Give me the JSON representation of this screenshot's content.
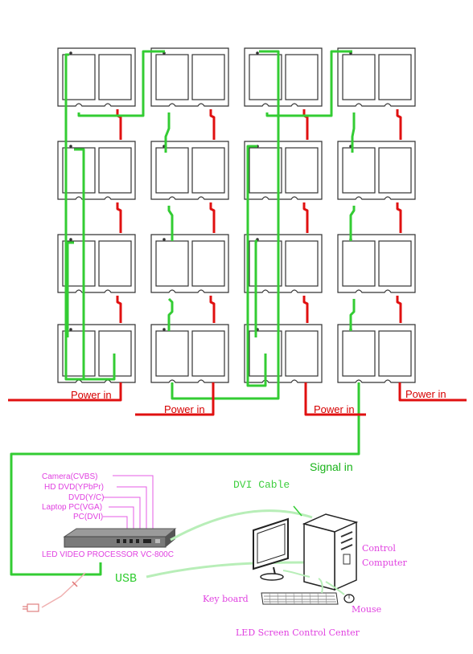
{
  "labels": {
    "power_in": "Power in",
    "signal_in": "Signal in",
    "dvi_cable": "DVI Cable",
    "usb": "USB",
    "control_computer_line1": "Control",
    "control_computer_line2": "Computer",
    "keyboard": "Key board",
    "mouse": "Mouse",
    "control_center": "LED Screen Control Center",
    "processor": "LED VIDEO PROCESSOR  VC-800C"
  },
  "sources": [
    "Camera(CVBS)",
    "HD DVD(YPbPr)",
    "DVD(Y/C)",
    "Laptop PC(VGA)",
    "PC(DVI)"
  ],
  "colors": {
    "signal_cable": "#33cc33",
    "power_cable": "#e01010",
    "source_label": "#e040e0"
  },
  "grid": {
    "rows": 4,
    "columns": 4,
    "modules_per_cabinet": 2
  }
}
